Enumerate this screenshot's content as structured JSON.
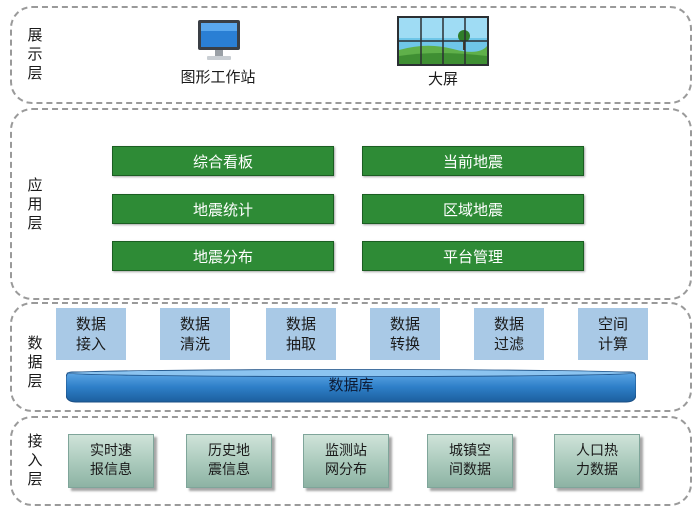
{
  "layers": {
    "display": {
      "label": "展\n示\n层"
    },
    "application": {
      "label": "应\n用\n层"
    },
    "data": {
      "label": "数\n据\n层"
    },
    "access": {
      "label": "接\n入\n层"
    }
  },
  "display": {
    "workstation": {
      "icon": "monitor-icon",
      "label": "图形工作站"
    },
    "bigscreen": {
      "icon": "video-wall-icon",
      "label": "大屏"
    }
  },
  "application": {
    "modules": [
      "综合看板",
      "当前地震",
      "地震统计",
      "区域地震",
      "地震分布",
      "平台管理"
    ]
  },
  "data_layer": {
    "modules": [
      "数据\n接入",
      "数据\n清洗",
      "数据\n抽取",
      "数据\n转换",
      "数据\n过滤",
      "空间\n计算"
    ],
    "database": "数据库"
  },
  "access": {
    "modules": [
      "实时速\n报信息",
      "历史地\n震信息",
      "监测站\n网分布",
      "城镇空\n间数据",
      "人口热\n力数据"
    ]
  },
  "colors": {
    "app_green": "#2e8b36",
    "data_blue": "#a9c9e6",
    "database_blue": "#2e7fc8",
    "access_teal": "#a9c9bb",
    "border_gray": "#9a9a9a"
  }
}
